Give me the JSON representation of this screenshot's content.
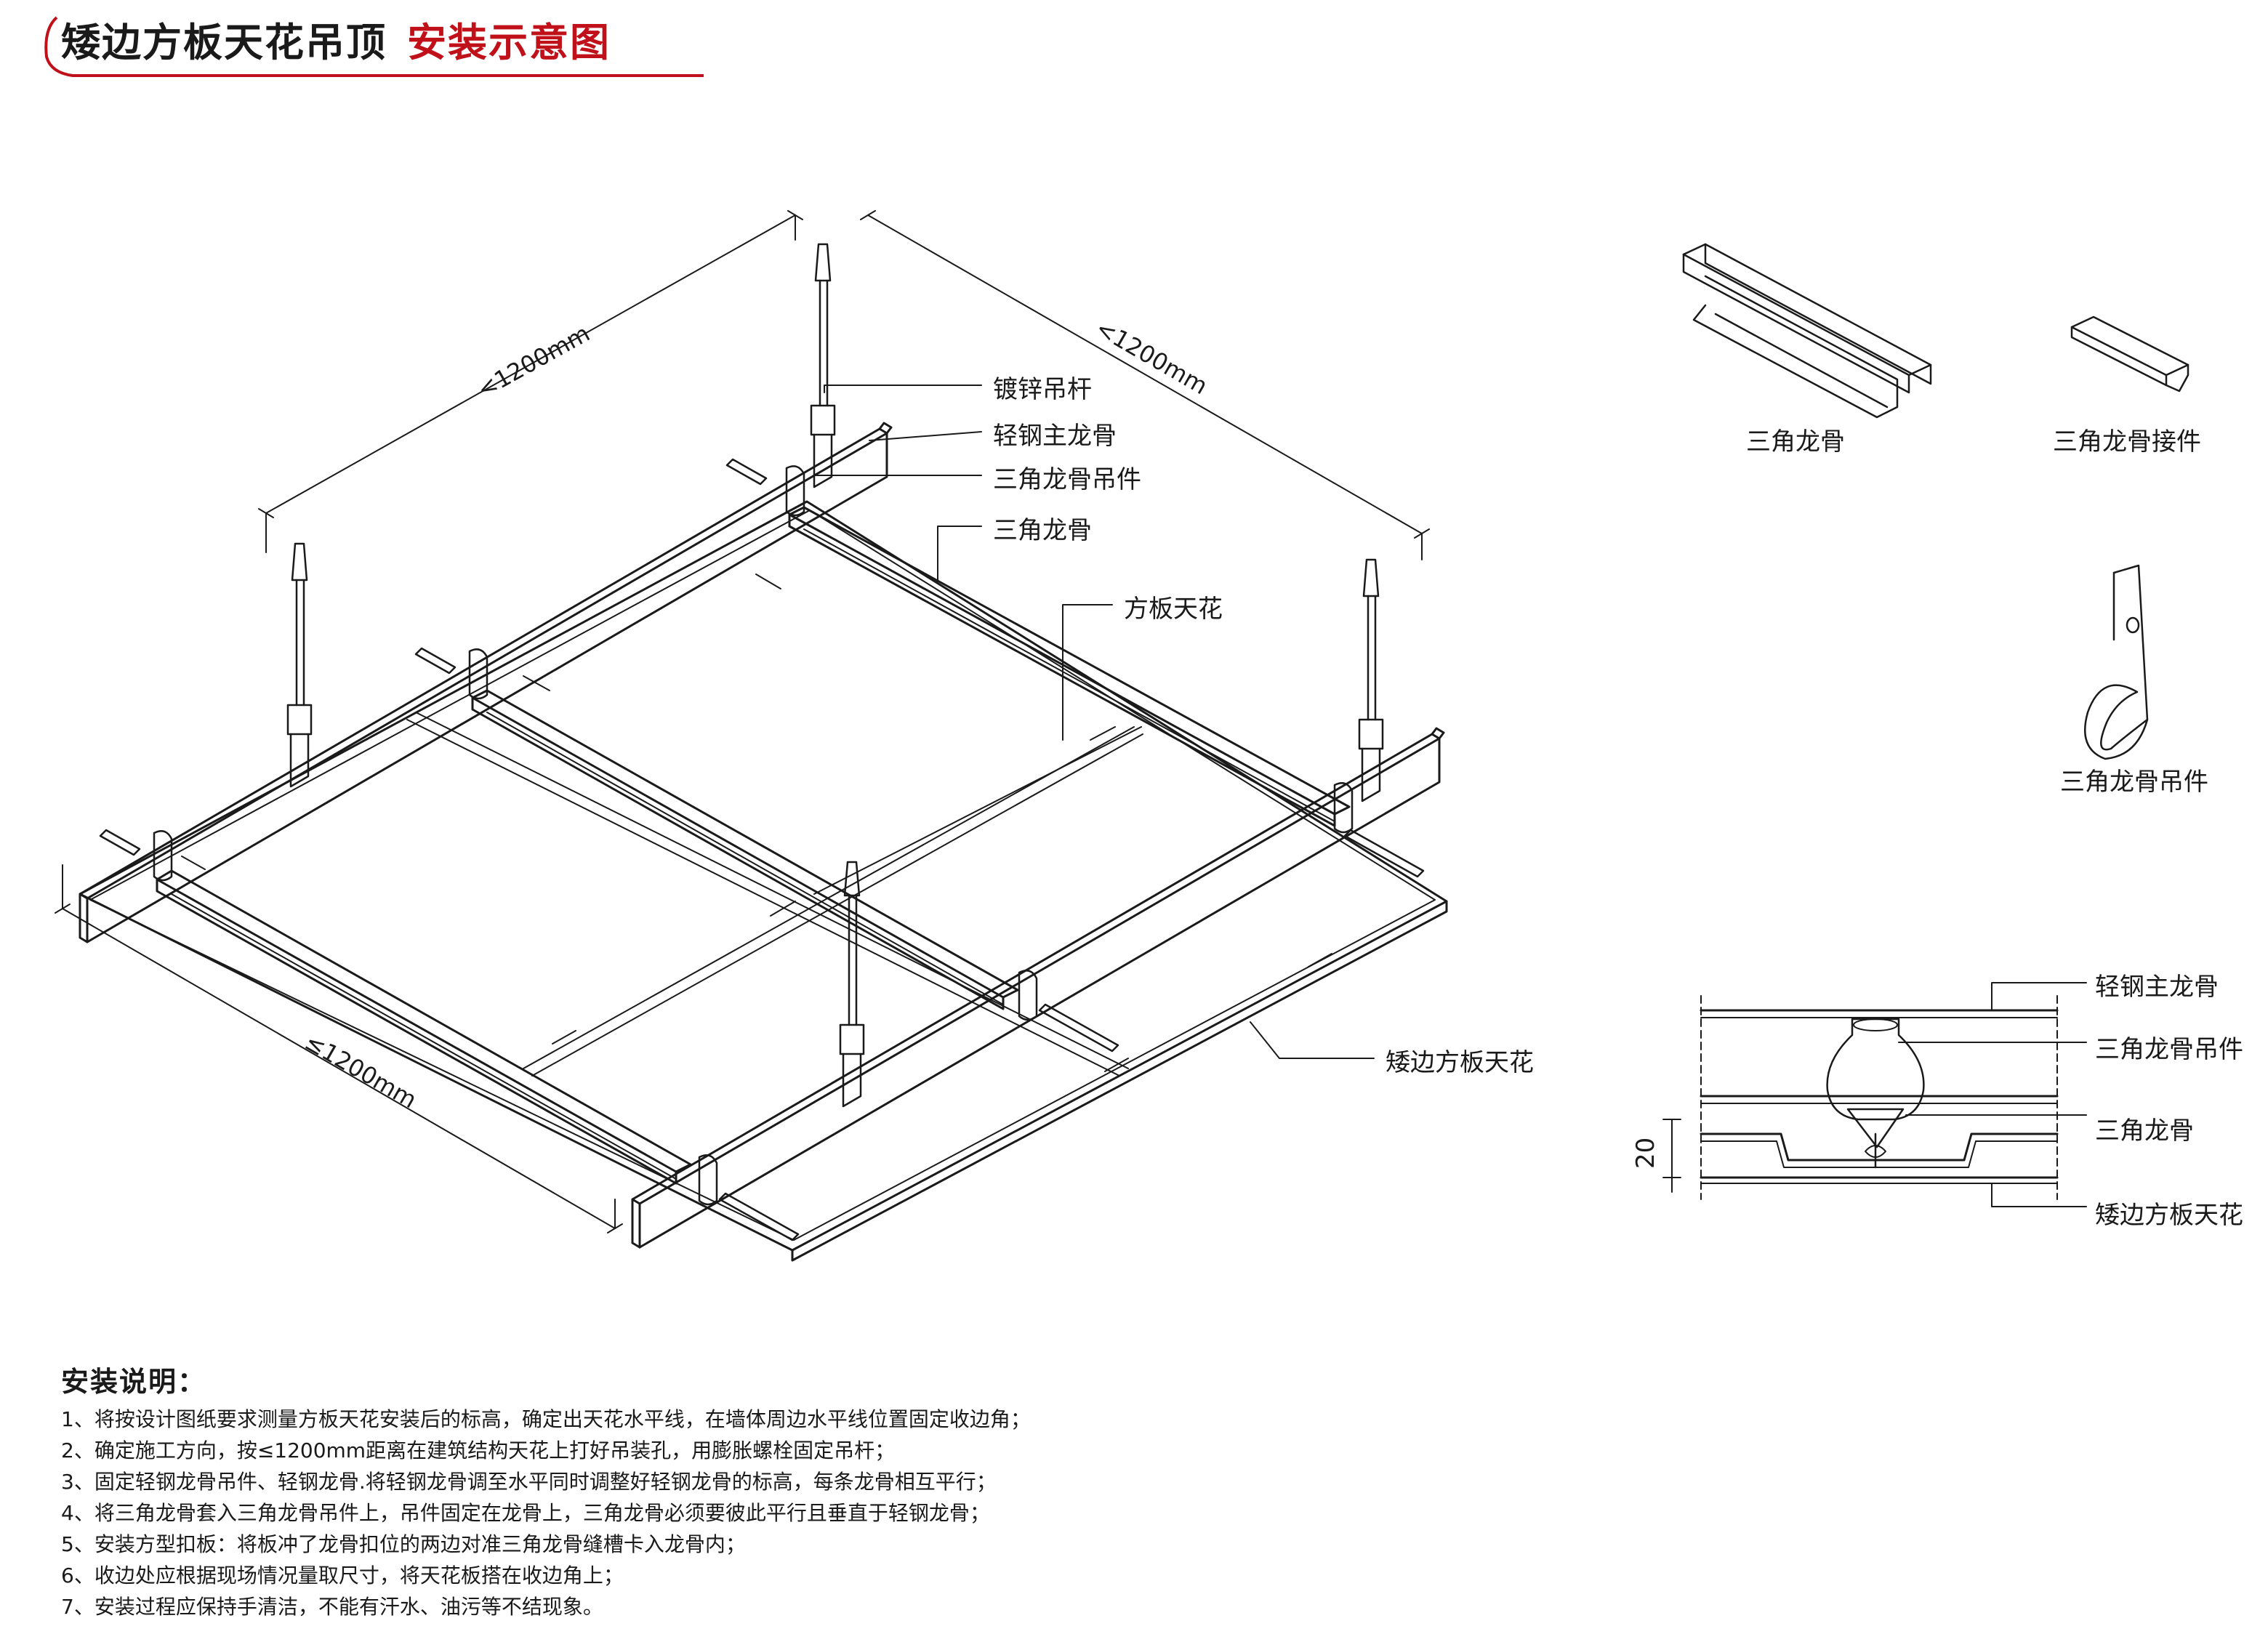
{
  "header": {
    "title": "矮边方板天花吊顶",
    "subtitle": "安装示意图",
    "accent_color": "#c0111a"
  },
  "main_view": {
    "dimensions": {
      "top_left": "<1200mm",
      "top_right": "<1200mm",
      "bottom_left": "≤1200mm"
    },
    "labels": {
      "hanger_rod": "镀锌吊杆",
      "main_keel": "轻钢主龙骨",
      "tri_keel_hanger": "三角龙骨吊件",
      "tri_keel": "三角龙骨",
      "square_panel": "方板天花",
      "low_edge_panel": "矮边方板天花"
    }
  },
  "parts": {
    "tri_keel": "三角龙骨",
    "tri_keel_connector": "三角龙骨接件",
    "tri_keel_hanger": "三角龙骨吊件"
  },
  "section": {
    "dimension": "20",
    "labels": {
      "main_keel": "轻钢主龙骨",
      "tri_keel_hanger": "三角龙骨吊件",
      "tri_keel": "三角龙骨",
      "low_edge_panel": "矮边方板天花"
    }
  },
  "notes": {
    "title": "安装说明：",
    "items": [
      "1、将按设计图纸要求测量方板天花安装后的标高，确定出天花水平线，在墙体周边水平线位置固定收边角；",
      "2、确定施工方向，按≤1200mm距离在建筑结构天花上打好吊装孔，用膨胀螺栓固定吊杆；",
      "3、固定轻钢龙骨吊件、轻钢龙骨.将轻钢龙骨调至水平同时调整好轻钢龙骨的标高，每条龙骨相互平行；",
      "4、将三角龙骨套入三角龙骨吊件上，吊件固定在龙骨上，三角龙骨必须要彼此平行且垂直于轻钢龙骨；",
      "5、安装方型扣板：将板冲了龙骨扣位的两边对准三角龙骨缝槽卡入龙骨内；",
      "6、收边处应根据现场情况量取尺寸，将天花板搭在收边角上；",
      "7、安装过程应保持手清洁，不能有汗水、油污等不结现象。"
    ]
  }
}
